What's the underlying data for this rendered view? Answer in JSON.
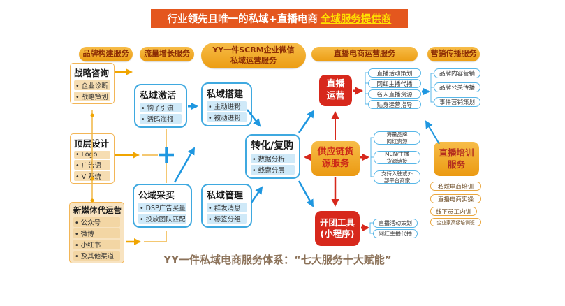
{
  "banner": {
    "main": "行业领先且唯一的私域+直播电商",
    "highlight": "全域服务提供商"
  },
  "headers": {
    "brand": "品牌构建服务",
    "traffic": "流量增长服务",
    "scrm_line1": "YY一件SCRM企业微信",
    "scrm_line2": "私域运营服务",
    "live": "直播电商运营服务",
    "marketing": "营销传播服务"
  },
  "boxes": {
    "strategy": {
      "title": "战略咨询",
      "items": [
        "企业诊断",
        "战略策划"
      ]
    },
    "design": {
      "title": "顶层设计",
      "items": [
        "Logo",
        "广告语",
        "VI系统"
      ]
    },
    "newmedia": {
      "title": "新媒体代运营",
      "items": [
        "公众号",
        "微博",
        "小红书",
        "及其他渠道"
      ]
    },
    "activation": {
      "title": "私域激活",
      "items": [
        "钩子引流",
        "活码海报"
      ]
    },
    "public_buy": {
      "title": "公域采买",
      "items": [
        "DSP广告买量",
        "投放团队匹配"
      ]
    },
    "build": {
      "title": "私域搭建",
      "items": [
        "主动进粉",
        "被动进粉"
      ]
    },
    "convert": {
      "title": "转化/复购",
      "items": [
        "数据分析",
        "线索分层"
      ]
    },
    "manage": {
      "title": "私域管理",
      "items": [
        "群发消息",
        "标签分组"
      ]
    }
  },
  "nodes": {
    "live_ops": {
      "line1": "直播",
      "line2": "运营"
    },
    "supply": {
      "line1": "供应链货",
      "line2": "源服务"
    },
    "group_tool": {
      "line1": "开团工具",
      "line2": "(小程序)"
    },
    "training": {
      "line1": "直播培训",
      "line2": "服务"
    }
  },
  "pill_groups": {
    "live_ops": [
      "直播活动策划",
      "网红主播代播",
      "名人直播资源",
      "贴身运营指导"
    ],
    "supply": [
      {
        "line1": "海量品牌",
        "line2": "网红资源"
      },
      {
        "line1": "MCN/主播",
        "line2": "货源链接"
      },
      {
        "line1": "支持入驻或外",
        "line2": "部平台商家"
      }
    ],
    "group_tool": [
      "直播活动策划",
      "网红主播代播"
    ],
    "marketing": [
      "品牌内容营销",
      "品牌公关传播",
      "事件营销策划"
    ],
    "training": [
      "私域电商培训",
      "直播电商实操",
      "线下员工内训",
      "企业家高级培训班"
    ]
  },
  "caption": "YY一件私域电商服务体系：“七大服务十大赋能”",
  "colors": {
    "banner_bg": "#e4571e",
    "banner_highlight": "#ffe100",
    "gold": "#f0a32a",
    "gold_text": "#8d2d04",
    "red": "#d7281c",
    "blue_border": "#3fa9e0",
    "blue_arrow": "#1f97e0",
    "orange_arrow": "#f0a500",
    "caption_text": "#8b7158"
  }
}
